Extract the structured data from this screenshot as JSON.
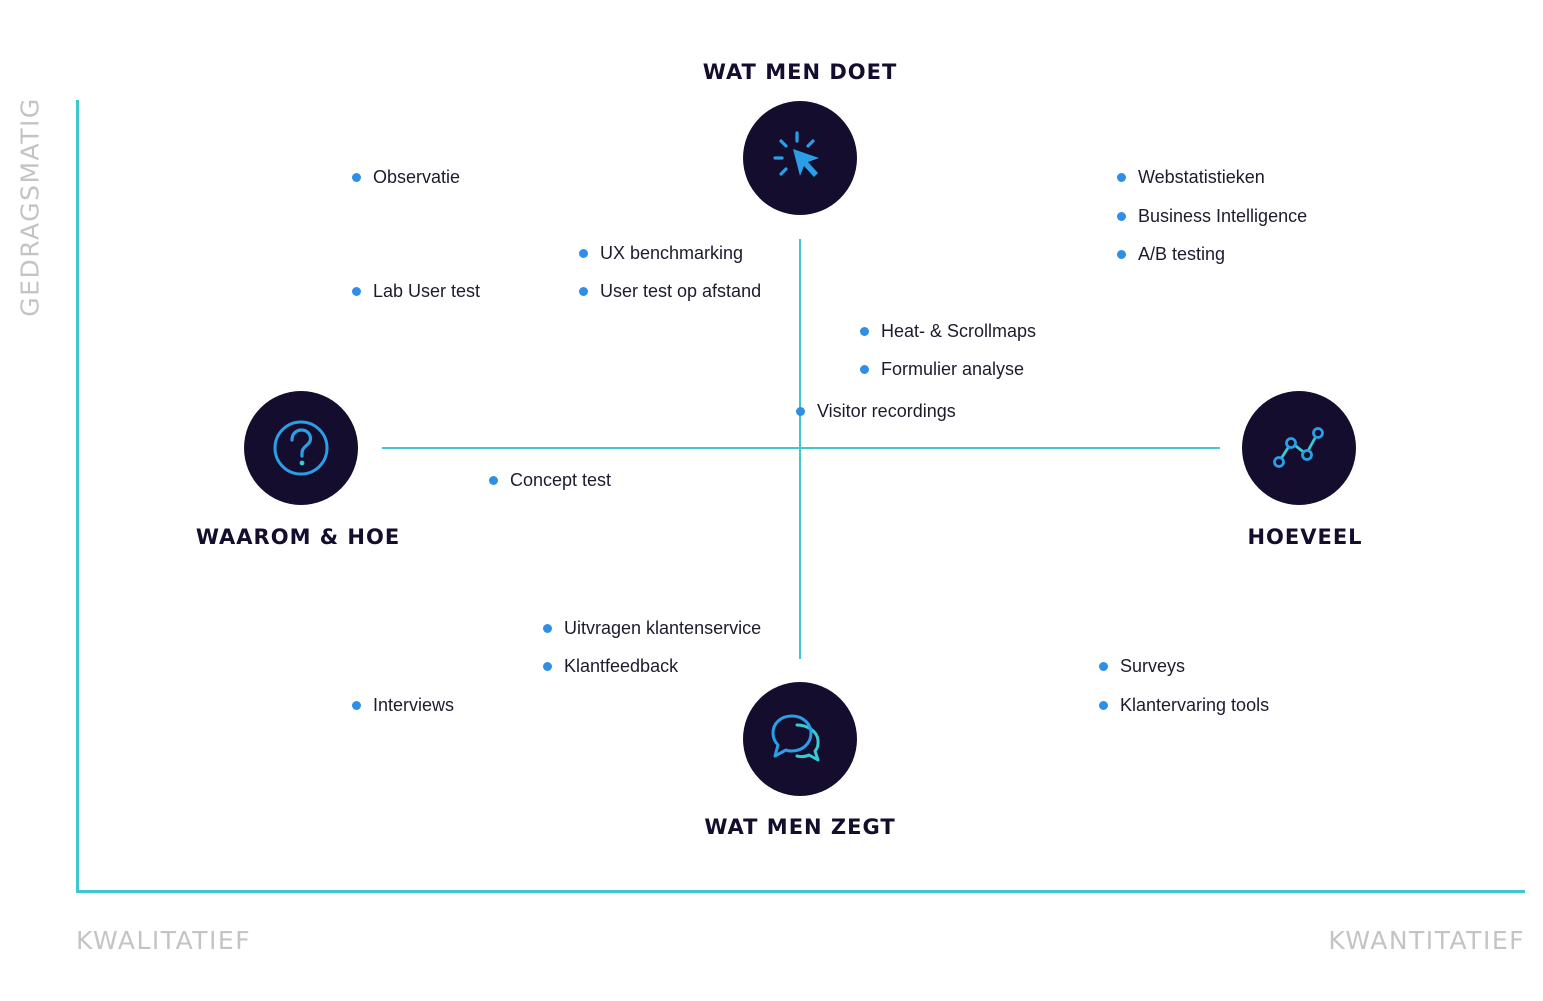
{
  "colors": {
    "navy": "#140d2e",
    "axis": "#3fc6cf",
    "dot": "#2f8ee8",
    "text": "#1d1b2e",
    "icon_blue": "#2a9fe6",
    "icon_cyan": "#39c9d0"
  },
  "axes": {
    "y_label": "GEDRAGSMATIG",
    "x_left": "KWALITATIEF",
    "x_right": "KWANTITATIEF"
  },
  "quadrants": {
    "top": {
      "title": "WAT MEN DOET",
      "icon": "cursor-click-icon"
    },
    "left": {
      "title": "WAAROM  & HOE",
      "icon": "question-mark-icon"
    },
    "right": {
      "title": "HOEVEEL",
      "icon": "line-chart-icon"
    },
    "bottom": {
      "title": "WAT MEN ZEGT",
      "icon": "chat-bubbles-icon"
    }
  },
  "methods": {
    "observatie": "Observatie",
    "lab_user_test": "Lab User test",
    "ux_benchmarking": "UX benchmarking",
    "user_test_op_afstand": "User test op afstand",
    "webstatistieken": "Webstatistieken",
    "business_intelligence": "Business Intelligence",
    "ab_testing": "A/B testing",
    "heat_scrollmaps": "Heat- & Scrollmaps",
    "formulier_analyse": "Formulier analyse",
    "visitor_recordings": "Visitor recordings",
    "concept_test": "Concept test",
    "uitvragen_klantenservice": "Uitvragen klantenservice",
    "klantfeedback": "Klantfeedback",
    "interviews": "Interviews",
    "surveys": "Surveys",
    "klantervaring_tools": "Klantervaring tools"
  }
}
